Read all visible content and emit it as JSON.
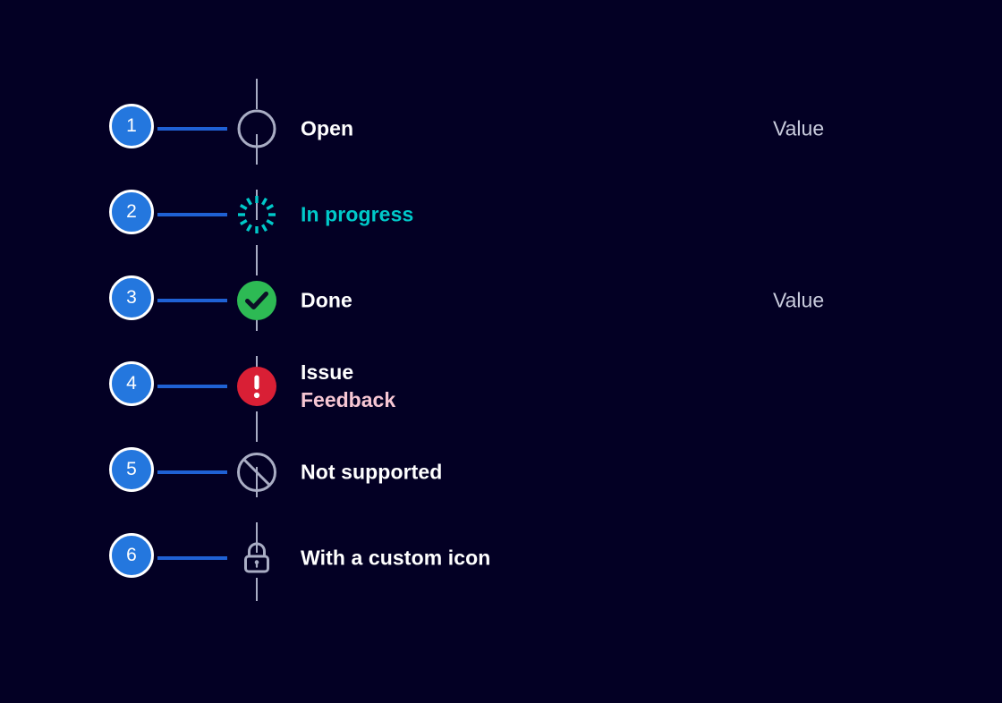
{
  "theme": {
    "background": "#030024",
    "badge_fill": "#2477de",
    "badge_ring": "#ffffff",
    "leader_line": "#1f61d4",
    "rail": "#a9adc4",
    "label_default": "#ffffff",
    "in_progress": "#00c9c9",
    "feedback": "#f6c6d3",
    "value_text": "#c9ccdd",
    "done_green": "#2dba54",
    "issue_red": "#d91f35",
    "outline_gray": "#a9adc4"
  },
  "rows": [
    {
      "number": "1",
      "icon": "open-circle-icon",
      "label": "Open",
      "sublabel": "",
      "value": "Value"
    },
    {
      "number": "2",
      "icon": "spinner-icon",
      "label": "In progress",
      "sublabel": "",
      "value": ""
    },
    {
      "number": "3",
      "icon": "check-circle-icon",
      "label": "Done",
      "sublabel": "",
      "value": "Value"
    },
    {
      "number": "4",
      "icon": "exclamation-circle-icon",
      "label": "Issue",
      "sublabel": "Feedback",
      "value": ""
    },
    {
      "number": "5",
      "icon": "not-supported-icon",
      "label": "Not supported",
      "sublabel": "",
      "value": ""
    },
    {
      "number": "6",
      "icon": "lock-icon",
      "label": "With a custom icon",
      "sublabel": "",
      "value": ""
    }
  ]
}
